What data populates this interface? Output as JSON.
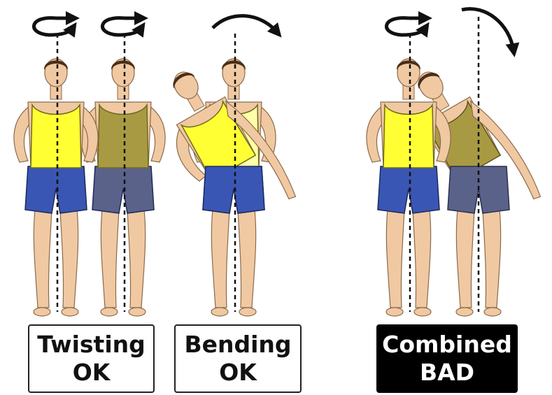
{
  "colors": {
    "tank_front": "#ffff33",
    "tank_back": "#a89a43",
    "shorts_front": "#3a56b4",
    "shorts_back": "#5a628a",
    "skin": "#f0c9a2",
    "hair": "#4a2e17",
    "axis": "#111111",
    "bad_label_bg": "#000000",
    "ok_label_bg": "#ffffff"
  },
  "panels": [
    {
      "id": "twisting",
      "line1": "Twisting",
      "line2": "OK",
      "motion": "rotation",
      "verdict": "ok"
    },
    {
      "id": "bending",
      "line1": "Bending",
      "line2": "OK",
      "motion": "side-bend",
      "verdict": "ok"
    },
    {
      "id": "combined",
      "line1": "Combined",
      "line2": "BAD",
      "motion": "rotation+side-bend",
      "verdict": "bad"
    }
  ],
  "icons": [
    "rotation-arrow-icon",
    "bend-arrow-icon"
  ]
}
